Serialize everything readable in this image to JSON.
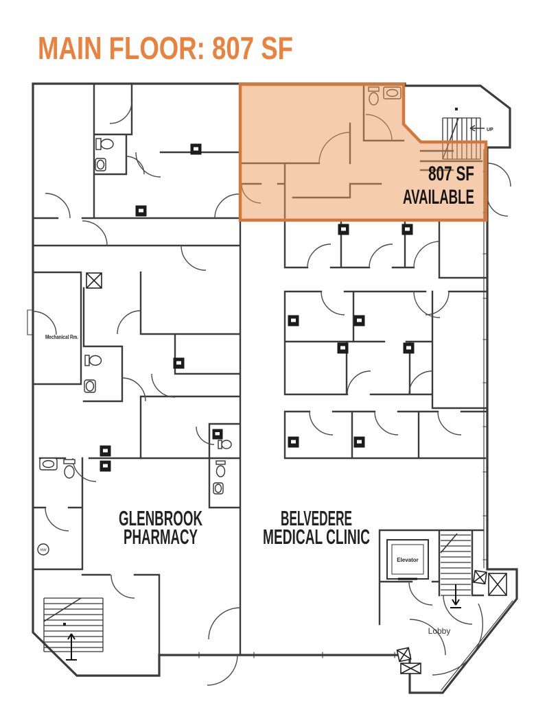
{
  "header": {
    "title": "MAIN FLOOR: 807 SF"
  },
  "colors": {
    "accent": "#E8823D",
    "overlay_fill": "#ED9A5E",
    "overlay_stroke": "#D2793A",
    "wall": "#3b3b3b",
    "label": "#1f1f1f"
  },
  "overlay": {
    "line1": "807 SF",
    "line2": "AVAILABLE"
  },
  "rooms": {
    "pharmacy": {
      "line1": "GLENBROOK",
      "line2": "PHARMACY"
    },
    "clinic": {
      "line1": "BELVEDERE",
      "line2": "MEDICAL CLINIC"
    },
    "lobby": "Lobby",
    "elevator": "Elevator",
    "mechanical": "Mechanical Rm."
  },
  "stairs": {
    "up_label": "UP"
  },
  "misc": {
    "hw": "HW"
  }
}
